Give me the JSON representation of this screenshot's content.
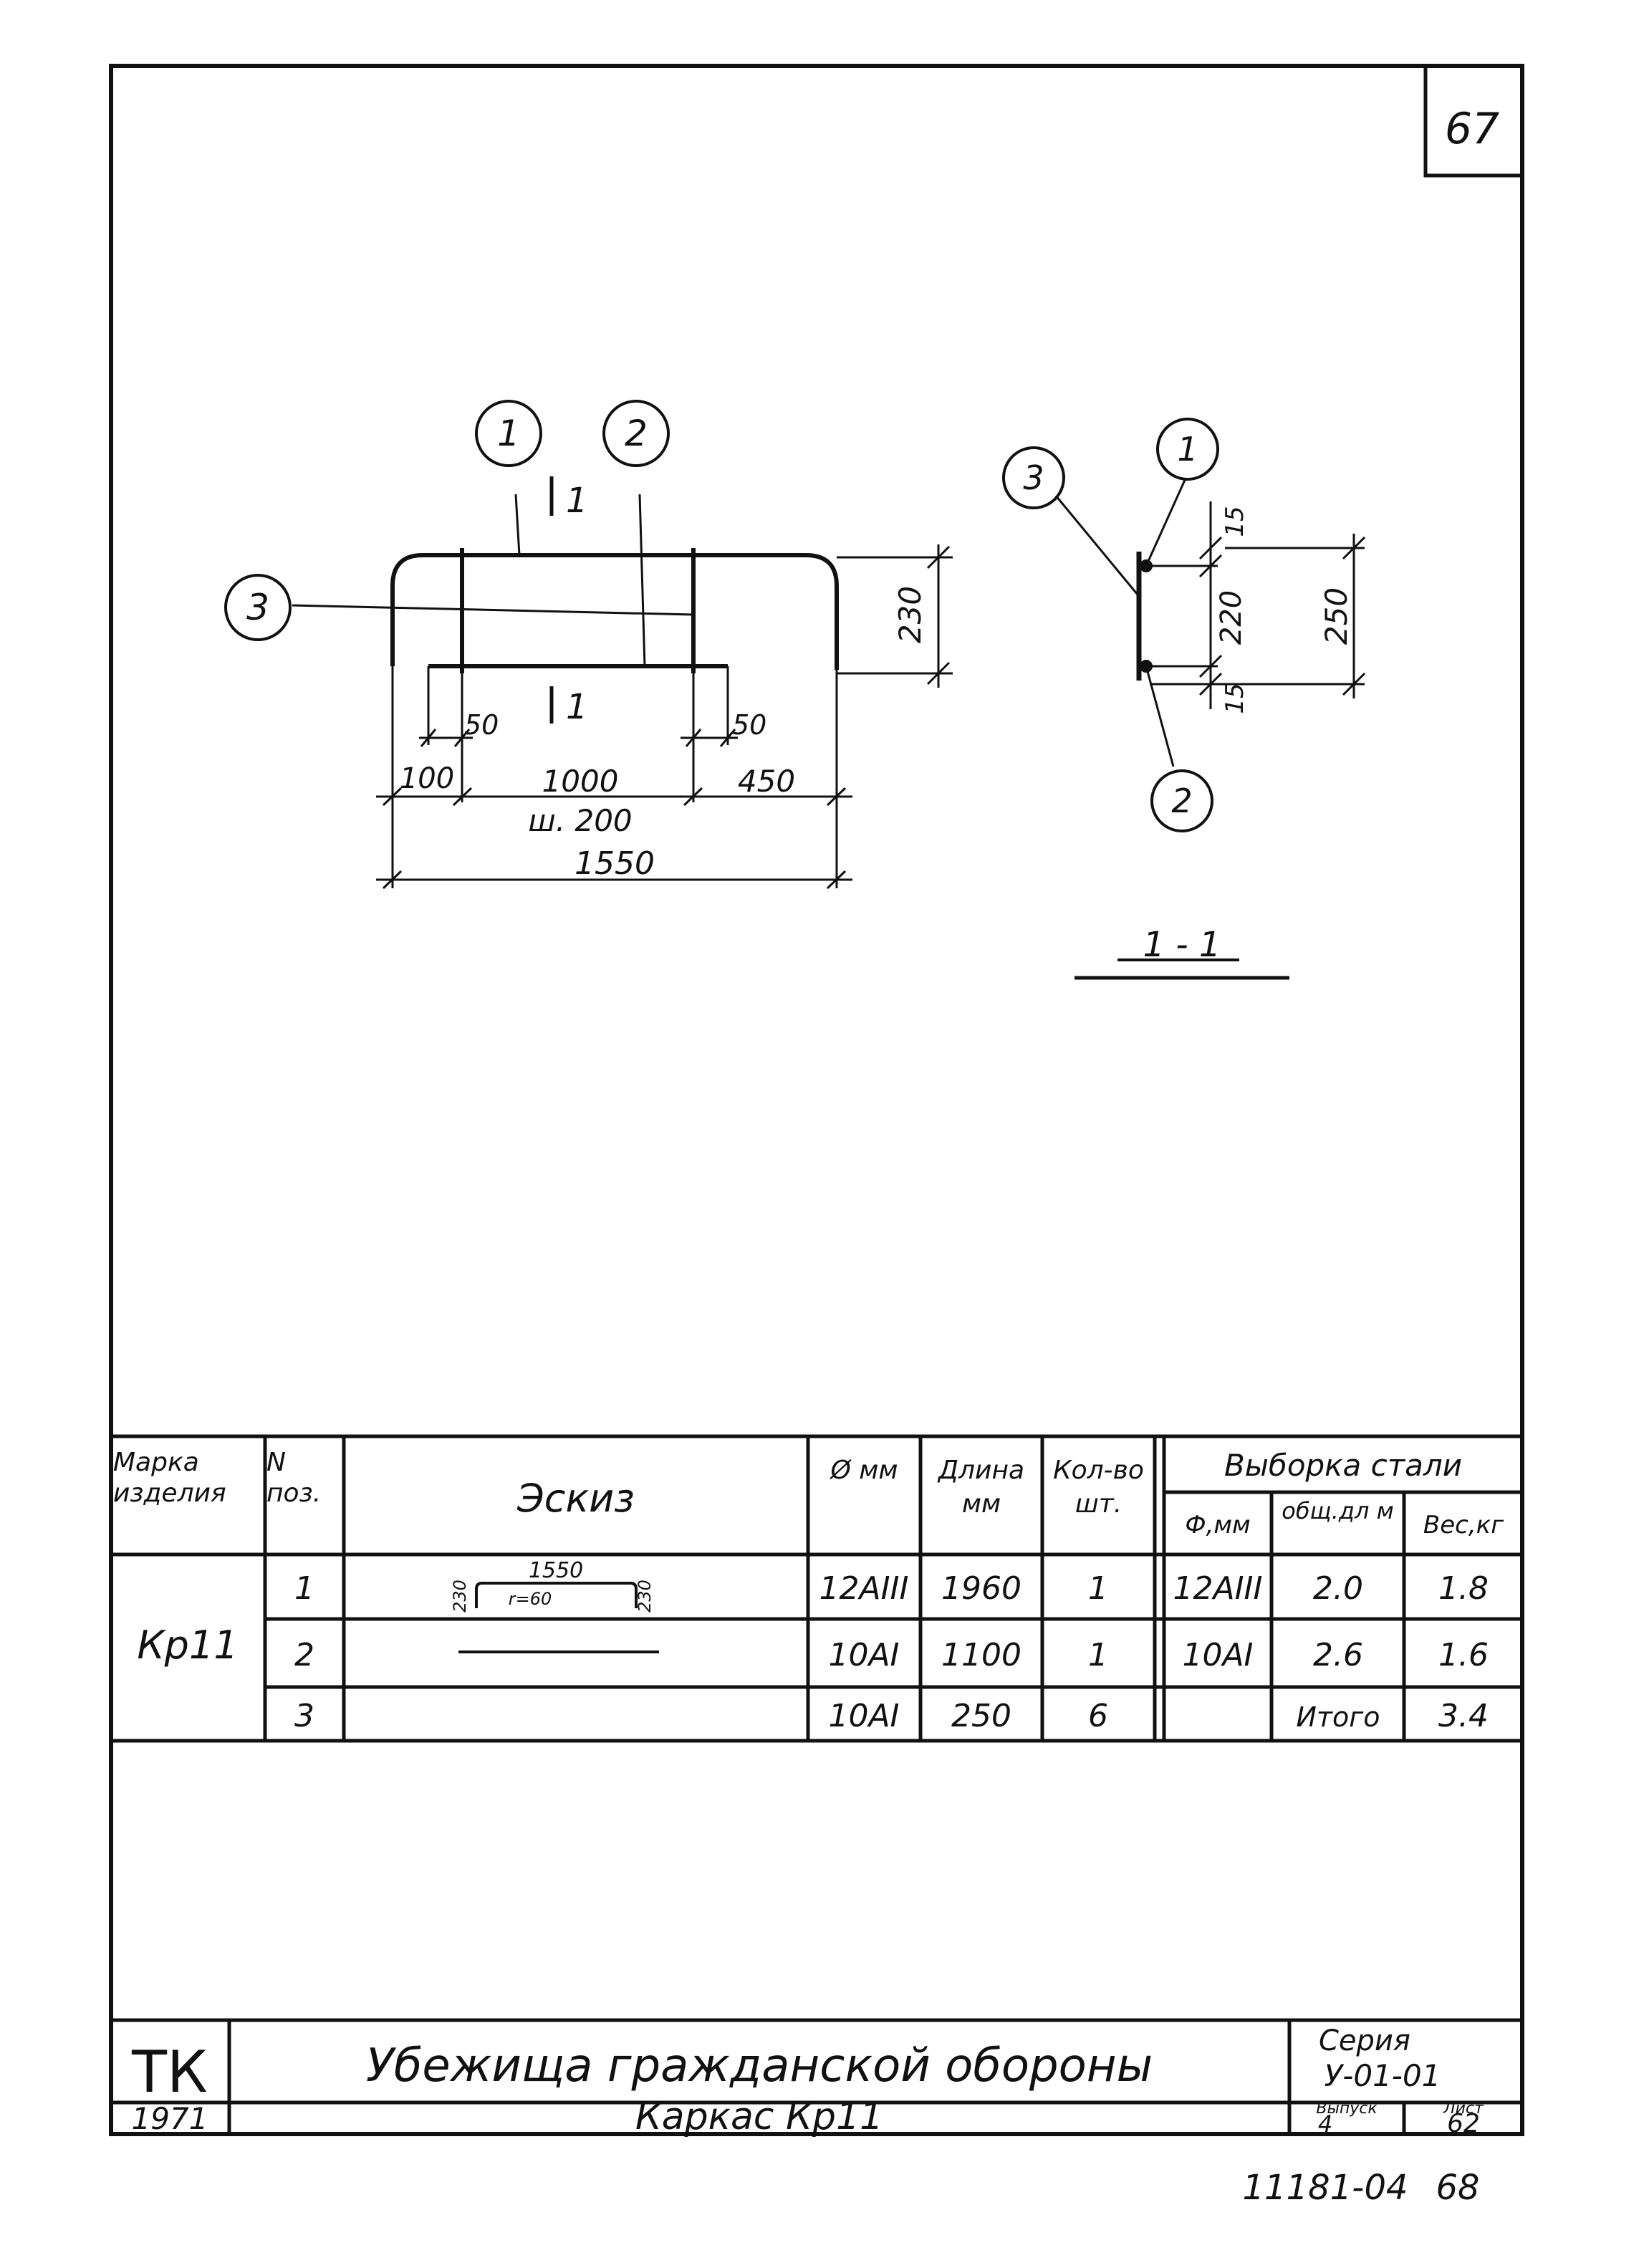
{
  "sheet": {
    "page_number": "67",
    "footer_code": "11181-04",
    "footer_page": "68"
  },
  "drawing": {
    "callouts": [
      "1",
      "2",
      "3"
    ],
    "section_marks": [
      "1",
      "1"
    ],
    "dims": {
      "height": "230",
      "left_50": "50",
      "right_50": "50",
      "seg_100": "100",
      "seg_1000": "1000",
      "step": "ш. 200",
      "seg_450": "450",
      "total": "1550"
    },
    "section": {
      "title": "1 - 1",
      "callouts": [
        "3",
        "1",
        "2"
      ],
      "dim_top": "15",
      "dim_mid": "220",
      "dim_bottom": "15",
      "dim_total": "250"
    }
  },
  "table": {
    "headers": {
      "mark": "Марка изделия",
      "pos": "N поз.",
      "sketch": "Эскиз",
      "dia": "Ø мм",
      "length": "Длина мм",
      "qty": "Кол-во шт.",
      "selection": "Выборка стали",
      "sel_dia": "Ф,мм",
      "sel_total_len": "общ.дл м",
      "sel_weight": "Вес,кг"
    },
    "mark_value": "Кр11",
    "rows": [
      {
        "pos": "1",
        "dia": "12AIII",
        "length": "1960",
        "qty": "1",
        "sel_dia": "12AIII",
        "sel_len": "2.0",
        "sel_weight": "1.8"
      },
      {
        "pos": "2",
        "dia": "10AI",
        "length": "1100",
        "qty": "1",
        "sel_dia": "10AI",
        "sel_len": "2.6",
        "sel_weight": "1.6"
      },
      {
        "pos": "3",
        "dia": "10AI",
        "length": "250",
        "qty": "6",
        "sel_dia": "",
        "sel_len": "Итого",
        "sel_weight": "3.4"
      }
    ],
    "sketch_labels": {
      "left": "230",
      "top": "1550",
      "radius": "r=60",
      "right": "230"
    }
  },
  "title_block": {
    "org": "ТК",
    "year": "1971",
    "title": "Убежища гражданской обороны",
    "subtitle": "Каркас Кр11",
    "series_label": "Серия",
    "series_value": "У-01-01",
    "issue_label": "Выпуск",
    "issue_value": "4",
    "sheet_label": "Лист",
    "sheet_value": "62"
  }
}
